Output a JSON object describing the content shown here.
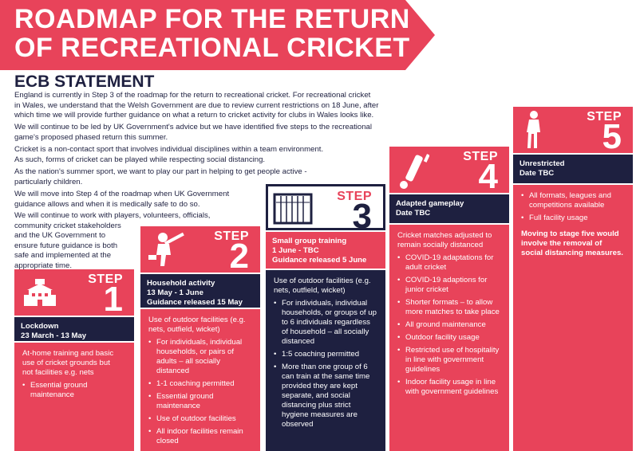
{
  "banner": {
    "line1": "ROADMAP FOR THE RETURN",
    "line2": "OF RECREATIONAL CRICKET",
    "color": "#e8435a"
  },
  "statement": {
    "heading": "ECB STATEMENT",
    "p1_l1": "England is currently in Step 3 of the roadmap for the return to recreational cricket. For recreational cricket",
    "p1_l2": "in Wales, we understand that the Welsh Government are due to review current restrictions on 18 June, after",
    "p1_l3": "which time we will provide further guidance on what a return to cricket activity for clubs in Wales looks like.",
    "p2_l1": "We will continue to be led by UK Government's advice but we have identified five steps to the recreational",
    "p2_l2": "game's proposed phased return this summer.",
    "p3_l1": "Cricket is a non-contact sport that involves individual disciplines within a team environment.",
    "p3_l2": "As such, forms of cricket can be played while respecting social distancing.",
    "p4_l1": "As the nation's summer sport, we want to play our part in helping to get people active -",
    "p4_l2": "particularly children.",
    "p5_l1": "We will move into Step 4 of the roadmap when UK Government",
    "p5_l2": "guidance allows and when it is medically safe to do so.",
    "p6_l1": "We will continue to work with players, volunteers, officials,",
    "p6_l2": "community cricket stakeholders",
    "p6_l3": "and the UK Government to",
    "p6_l4": "ensure future guidance is both",
    "p6_l5": "safe and implemented at the",
    "p6_l6": "appropriate time."
  },
  "steps": [
    {
      "word": "STEP",
      "number": "1",
      "icon": "school-building-icon",
      "title_l1": "Lockdown",
      "title_l2": "23 March - 13 May",
      "intro_l1": "At-home training and basic",
      "intro_l2": "use of cricket grounds but",
      "intro_l3": "not facilities e.g. nets",
      "bullets": [
        "Essential ground maintenance"
      ]
    },
    {
      "word": "STEP",
      "number": "2",
      "icon": "batsman-icon",
      "title_l1": "Household activity",
      "title_l2": "13 May - 1 June",
      "title_l3": "Guidance released 15 May",
      "intro": "Use of outdoor facilities (e.g. nets, outfield, wicket)",
      "bullets": [
        "For individuals, individual households, or pairs of adults – all socially distanced",
        "1-1 coaching permitted",
        "Essential ground maintenance",
        "Use of outdoor facilities",
        "All indoor facilities remain closed"
      ]
    },
    {
      "word": "STEP",
      "number": "3",
      "icon": "cricket-net-icon",
      "title_l1": "Small group training",
      "title_l2": "1 June - TBC",
      "title_l3": "Guidance released 5 June",
      "intro": "Use of outdoor facilities (e.g. nets, outfield, wicket)",
      "bullets": [
        "For individuals, individual households, or groups of up to 6 individuals regardless of household – all socially distanced",
        "1:5 coaching permitted",
        "More than one group of 6 can train at the same time provided they are kept separate, and social distancing plus strict hygiene measures are observed"
      ]
    },
    {
      "word": "STEP",
      "number": "4",
      "icon": "cricket-bat-ball-icon",
      "title_l1": "Adapted gameplay",
      "title_l2": "Date TBC",
      "intro": "Cricket matches adjusted to remain socially distanced",
      "bullets": [
        "COVID-19 adaptations for adult cricket",
        "COVID-19 adaptions for junior cricket",
        "Shorter formats – to allow more matches to take place",
        "All ground maintenance",
        "Outdoor facility usage",
        "Restricted use of hospitality in line with government guidelines",
        "Indoor facility usage in line with government guidelines"
      ]
    },
    {
      "word": "STEP",
      "number": "5",
      "icon": "cricketer-player-icon",
      "title_l1": "Unrestricted",
      "title_l2": "Date TBC",
      "bullets": [
        "All formats, leagues and competitions available",
        "Full facility usage"
      ],
      "note": "Moving to stage five would involve the removal of social distancing measures."
    }
  ]
}
